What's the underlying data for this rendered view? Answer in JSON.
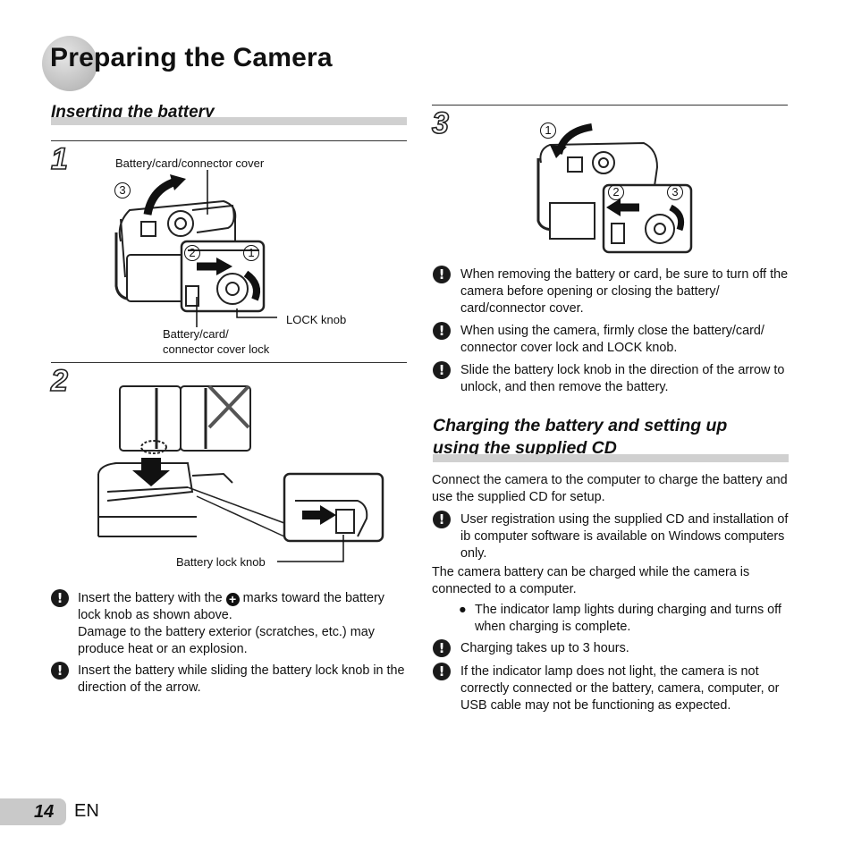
{
  "title": "Preparing the Camera",
  "left": {
    "heading": "Inserting the battery",
    "step1": {
      "number": "1",
      "label_cover": "Battery/card/connector cover",
      "label_lock_knob": "LOCK knob",
      "label_cover_lock_1": "Battery/card/",
      "label_cover_lock_2": "connector cover lock",
      "callouts": [
        "3",
        "2",
        "1"
      ]
    },
    "step2": {
      "number": "2",
      "label_battery_lock": "Battery lock knob"
    },
    "notes": [
      {
        "a": "Insert the battery with the ",
        "b": " marks toward the battery lock knob as shown above.",
        "c": "Damage to the battery exterior (scratches, etc.) may produce heat or an explosion."
      },
      {
        "text": "Insert the battery while sliding the battery lock knob in the direction of the arrow."
      }
    ]
  },
  "right": {
    "step3": {
      "number": "3",
      "callouts": [
        "1",
        "2",
        "3"
      ]
    },
    "notes": [
      "When removing the battery or card, be sure to turn off the camera before opening or closing the battery/ card/connector cover.",
      "When using the camera, firmly close the battery/card/ connector cover lock and LOCK knob.",
      "Slide the battery lock knob in the direction of the arrow to unlock, and then remove the battery."
    ],
    "heading_line1": "Charging the battery and setting up",
    "heading_line2": "using the supplied CD",
    "para1": "Connect the camera to the computer to charge the battery and use the supplied CD for setup.",
    "note_registration": "User registration using the supplied CD and installation of ib computer software is available on Windows computers only.",
    "para2": "The camera battery can be charged while the camera is connected to a computer.",
    "bullet": "The indicator lamp lights during charging and turns off when charging is complete.",
    "note_time": "Charging takes up to 3 hours.",
    "note_lamp": "If the indicator lamp does not light, the camera is not correctly connected or the battery, camera, computer, or USB cable may not be functioning as expected."
  },
  "footer": {
    "page": "14",
    "lang": "EN"
  },
  "icons": {
    "note": "!",
    "plus": "+",
    "bullet": "●"
  }
}
